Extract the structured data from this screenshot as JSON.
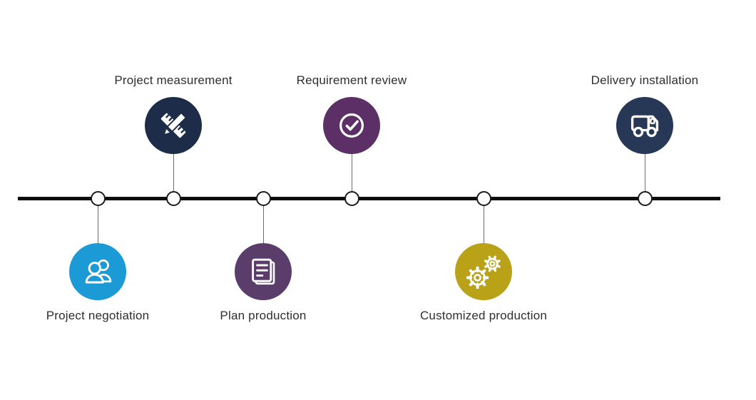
{
  "diagram": {
    "type": "process-timeline",
    "background": "#ffffff",
    "timeline_color": "#0e0e0e",
    "node_dot_color": "#ffffff",
    "node_dot_border": "#1a1a1a",
    "label_color": "#2e2e2e"
  },
  "steps": [
    {
      "label": "Project negotiation",
      "position": "below",
      "color": "#1b9ad6",
      "icon": "people-icon"
    },
    {
      "label": "Project measurement",
      "position": "above",
      "color": "#1d2c48",
      "icon": "ruler-pencil-icon"
    },
    {
      "label": "Plan production",
      "position": "below",
      "color": "#5a3d6b",
      "icon": "document-icon"
    },
    {
      "label": "Requirement review",
      "position": "above",
      "color": "#5c3066",
      "icon": "check-circle-icon"
    },
    {
      "label": "Customized production",
      "position": "below",
      "color": "#b9a118",
      "icon": "gears-icon"
    },
    {
      "label": "Delivery installation",
      "position": "above",
      "color": "#263856",
      "icon": "truck-icon"
    }
  ]
}
